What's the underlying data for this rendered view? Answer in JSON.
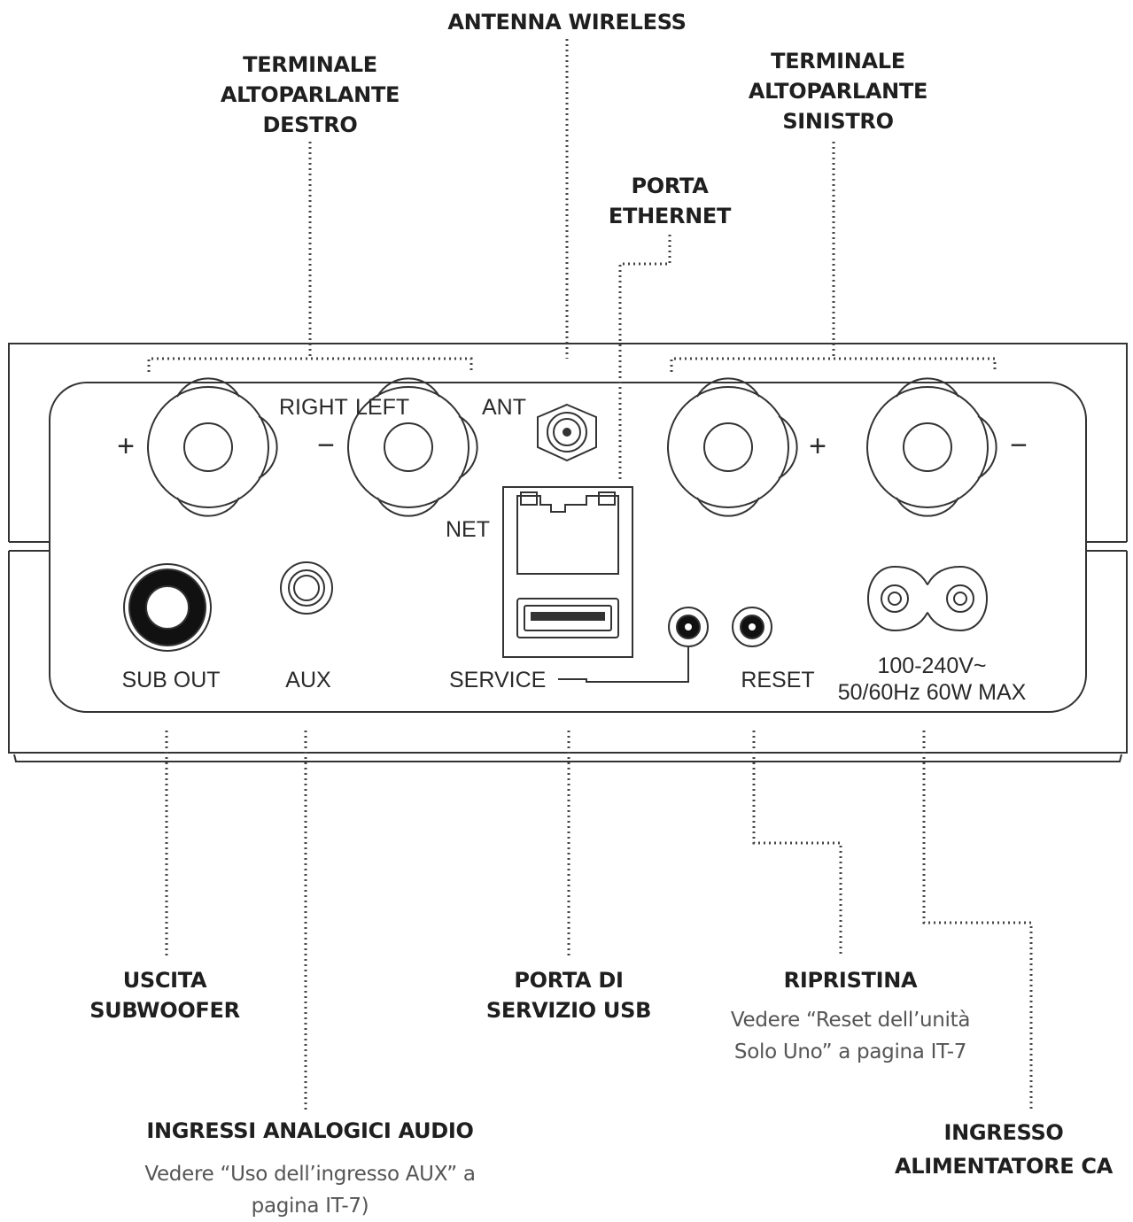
{
  "callouts": {
    "antenna": [
      "ANTENNA WIRELESS"
    ],
    "right_terminal": [
      "TERMINALE",
      "ALTOPARLANTE",
      "DESTRO"
    ],
    "left_terminal": [
      "TERMINALE",
      "ALTOPARLANTE",
      "SINISTRO"
    ],
    "ethernet": [
      "PORTA",
      "ETHERNET"
    ],
    "subwoofer": [
      "USCITA",
      "SUBWOOFER"
    ],
    "usb": [
      "PORTA DI",
      "SERVIZIO USB"
    ],
    "reset": [
      "RIPRISTINA"
    ],
    "analog": [
      "INGRESSI ANALOGICI AUDIO"
    ],
    "power": [
      "INGRESSO",
      "ALIMENTATORE CA"
    ]
  },
  "notes": {
    "reset": [
      "Vedere “Reset dell’unità",
      "Solo Uno” a pagina IT-7"
    ],
    "analog": [
      "Vedere “Uso dell’ingresso AUX” a",
      "pagina IT-7)"
    ]
  },
  "panel": {
    "right": "RIGHT",
    "left": "LEFT",
    "ant": "ANT",
    "net": "NET",
    "plus": "+",
    "minus": "−",
    "sub_out": "SUB OUT",
    "aux": "AUX",
    "service": "SERVICE",
    "reset": "RESET",
    "power_1": "100-240V~",
    "power_2": "50/60Hz 60W MAX"
  },
  "colors": {
    "ink": "#1f1f1f",
    "line": "#333333",
    "note": "#555555"
  }
}
